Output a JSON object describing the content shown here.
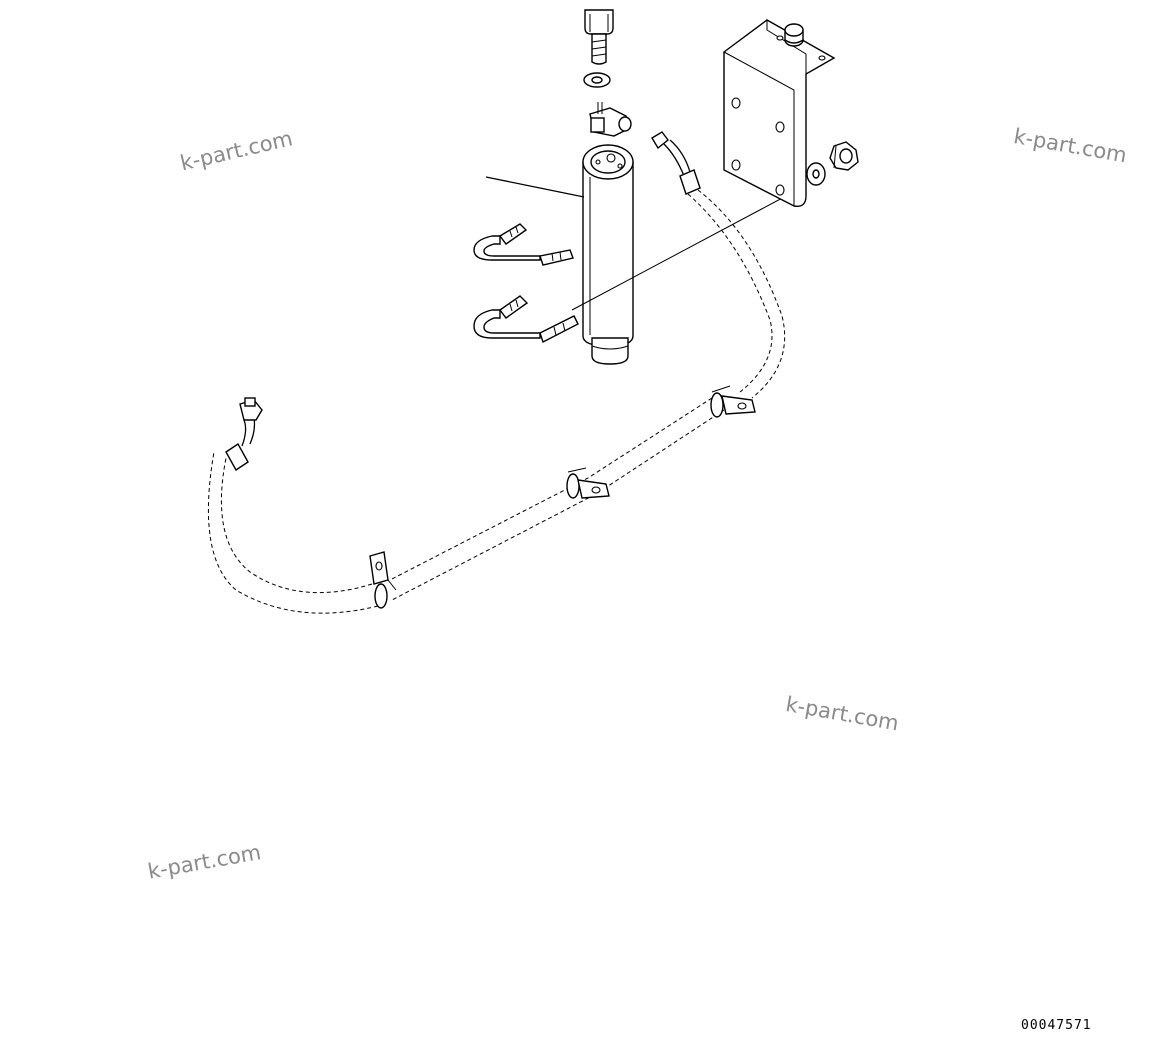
{
  "watermarks": [
    "k-part.com",
    "k-part.com",
    "k-part.com",
    "k-part.com"
  ],
  "drawing_number": "00047571",
  "colors": {
    "linework": "#000000",
    "watermark": "#8a8a8a",
    "background": "#ffffff"
  }
}
